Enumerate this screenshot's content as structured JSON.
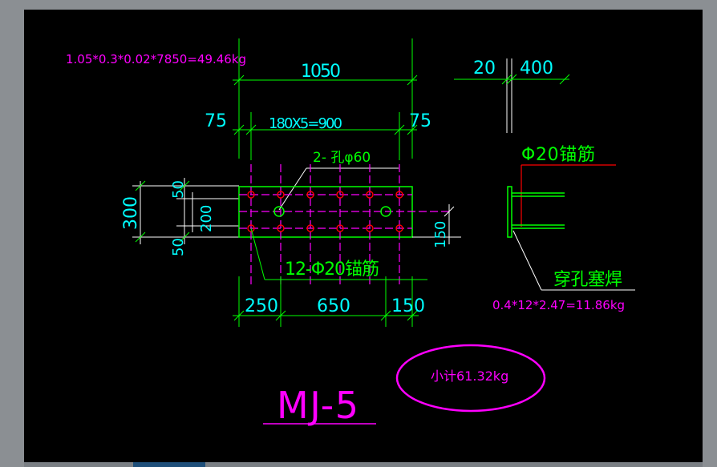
{
  "drawing": {
    "title": "MJ-5",
    "plate_weight_calc": "1.05*0.3*0.02*7850=49.46kg",
    "rebar_weight_calc": "0.4*12*2.47=11.86kg",
    "subtotal": "小计61.32kg",
    "dim_total_width": "1050",
    "dim_edge_left": "75",
    "dim_edge_right": "75",
    "dim_spacing": "180X5=900",
    "dim_height": "300",
    "dim_top_50": "50",
    "dim_200": "200",
    "dim_bottom_50": "50",
    "dim_150_right": "150",
    "dim_bottom_250": "250",
    "dim_bottom_650": "650",
    "dim_bottom_150": "150",
    "dim_side_20": "20",
    "dim_side_400": "400",
    "label_holes": "2-  孔φ60",
    "label_anchors": "12-Φ20锚筋",
    "label_side_anchor": "Φ20锚筋",
    "label_plug_weld": "穿孔塞焊"
  },
  "colors": {
    "green": "#00ff00",
    "cyan": "#00ffff",
    "magenta": "#ff00ff",
    "red": "#ff0000",
    "white": "#ffffff",
    "yellow_green": "#c8ff00"
  }
}
